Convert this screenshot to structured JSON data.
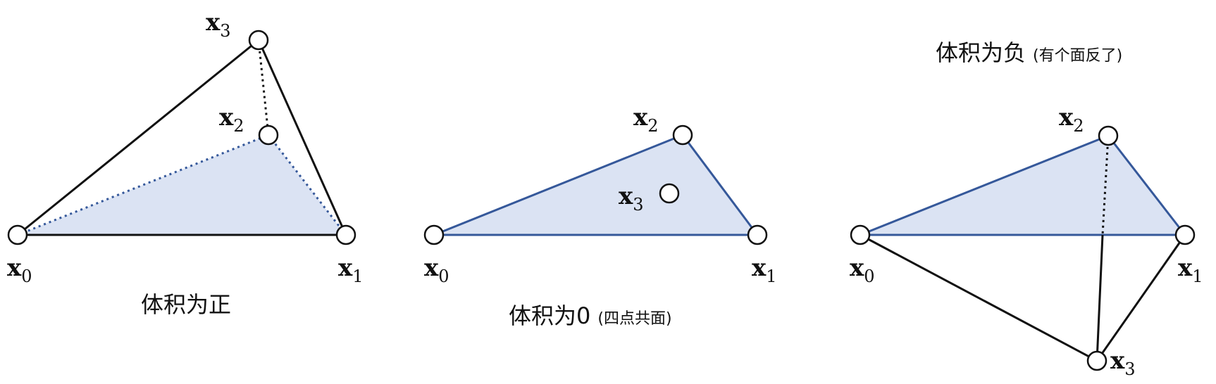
{
  "panels": [
    {
      "caption": "体积为正",
      "caption_note": "",
      "labels": {
        "x0": "x",
        "x0_sub": "0",
        "x1": "x",
        "x1_sub": "1",
        "x2": "x",
        "x2_sub": "2",
        "x3": "x",
        "x3_sub": "3"
      }
    },
    {
      "caption": "体积为0",
      "caption_note": "(四点共面)",
      "labels": {
        "x0": "x",
        "x0_sub": "0",
        "x1": "x",
        "x1_sub": "1",
        "x2": "x",
        "x2_sub": "2",
        "x3": "x",
        "x3_sub": "3"
      }
    },
    {
      "caption": "体积为负",
      "caption_note": "(有个面反了)",
      "labels": {
        "x0": "x",
        "x0_sub": "0",
        "x1": "x",
        "x1_sub": "1",
        "x2": "x",
        "x2_sub": "2",
        "x3": "x",
        "x3_sub": "3"
      }
    }
  ],
  "colors": {
    "face_fill": "#dbe3f3",
    "blue_edge": "#35589a",
    "black_edge": "#111111"
  }
}
